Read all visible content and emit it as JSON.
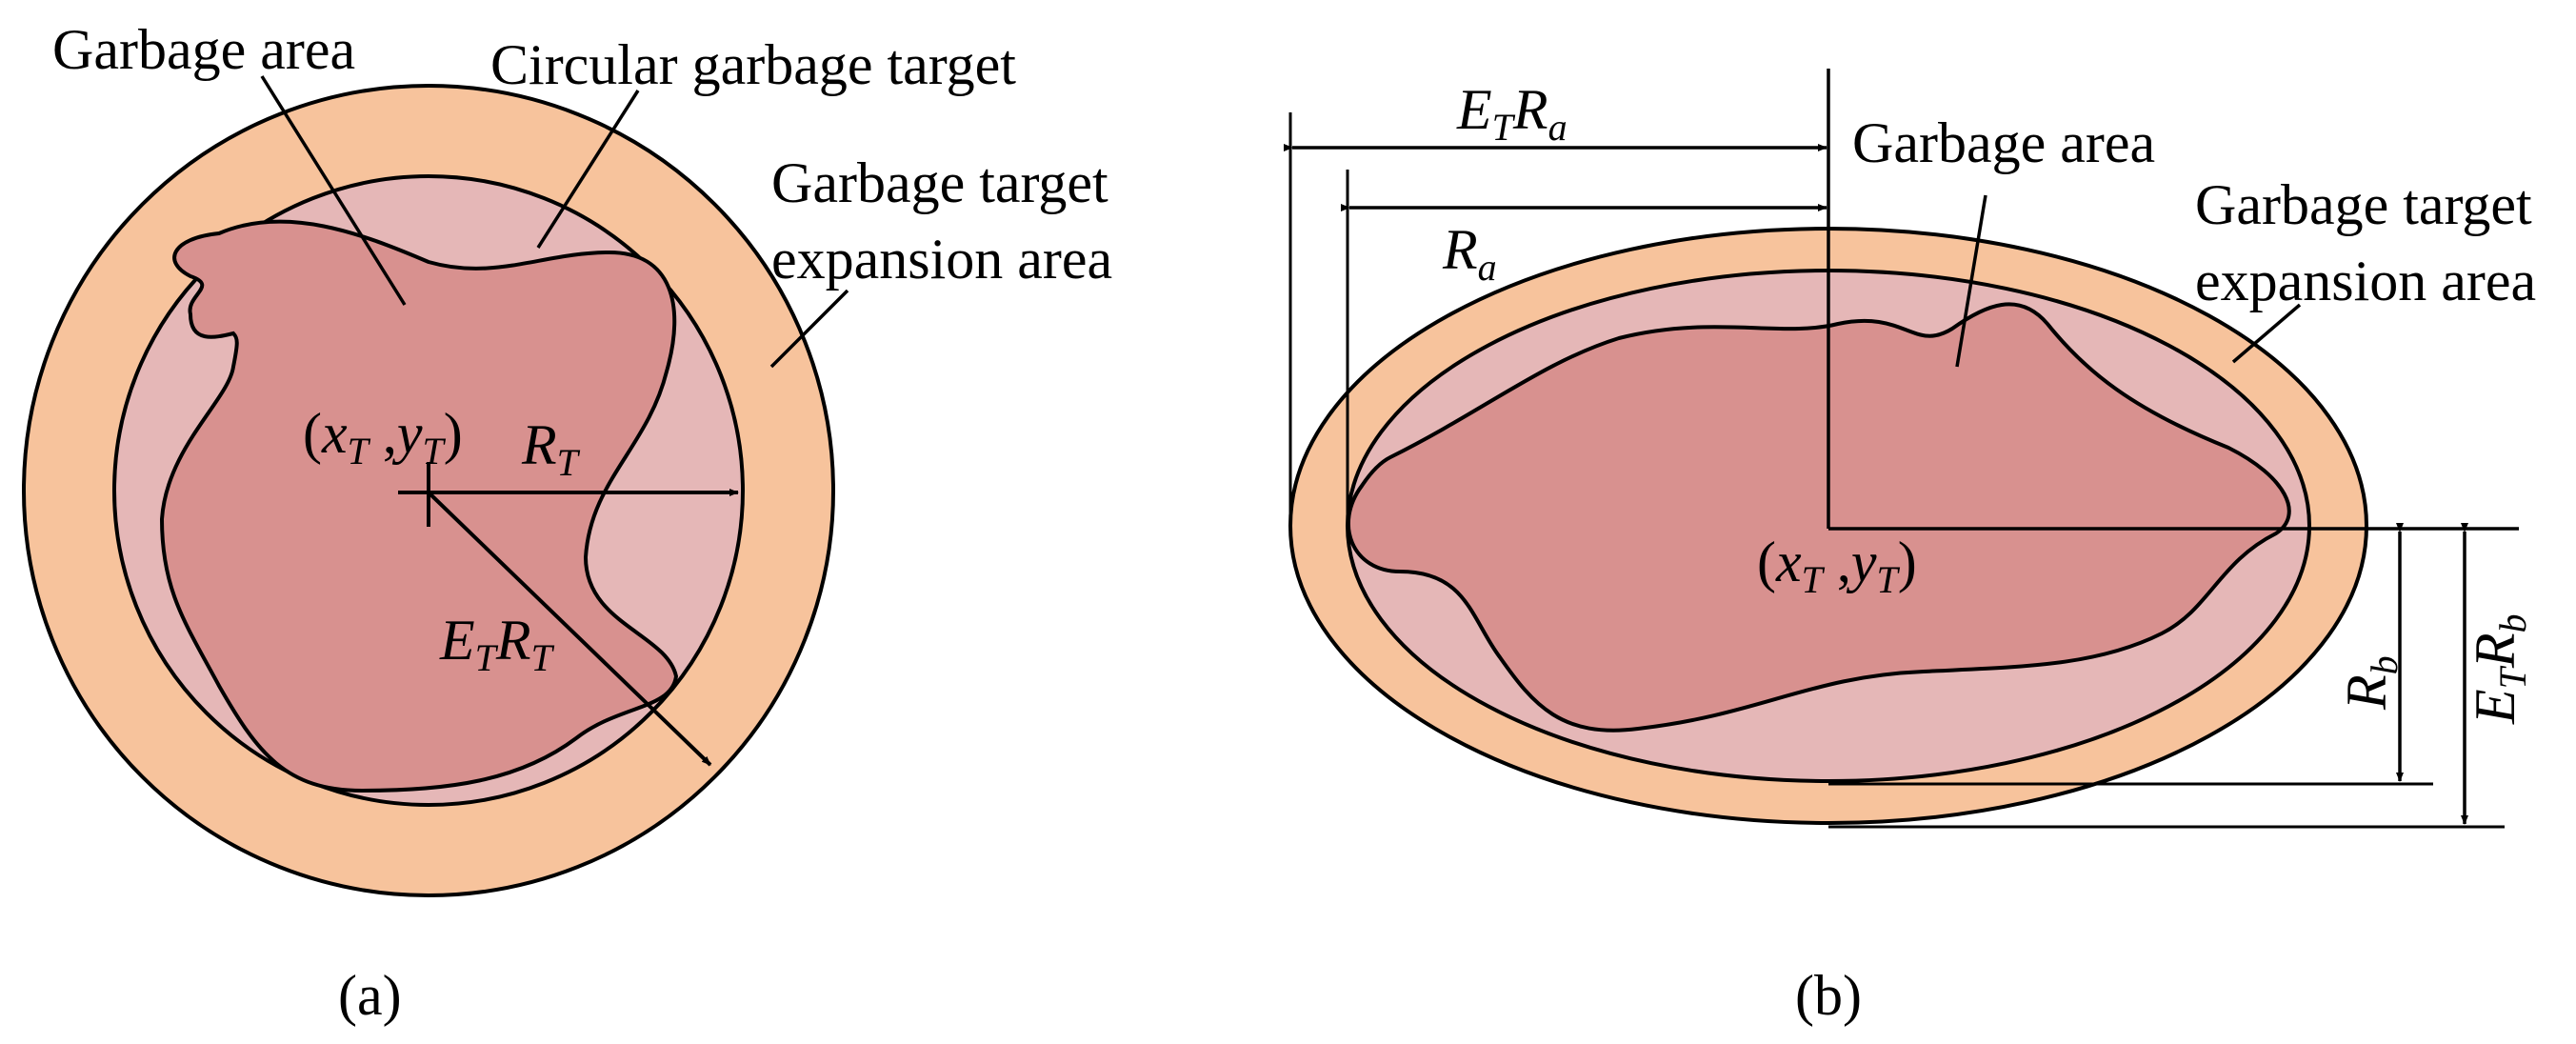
{
  "colors": {
    "expansion_fill": "#F7C39C",
    "target_fill": "#E5B7B7",
    "garbage_fill": "#D8918F",
    "stroke": "#000000"
  },
  "panel_a": {
    "caption": "(a)",
    "label_garbage_area": "Garbage area",
    "label_circular_target": "Circular garbage target",
    "label_expansion_line1": "Garbage target",
    "label_expansion_line2": "expansion area",
    "center": {
      "open": "(",
      "x": "x",
      "x_sub": "T",
      "comma": " ,",
      "y": "y",
      "y_sub": "T",
      "close": ")"
    },
    "radius": {
      "main": "R",
      "sub": "T"
    },
    "expanded_radius": {
      "e": "E",
      "e_sub": "T",
      "r": "R",
      "r_sub": "T"
    }
  },
  "panel_b": {
    "caption": "(b)",
    "label_garbage_area": "Garbage area",
    "label_expansion_line1": "Garbage target",
    "label_expansion_line2": "expansion area",
    "center": {
      "open": "(",
      "x": "x",
      "x_sub": "T",
      "comma": " ,",
      "y": "y",
      "y_sub": "T",
      "close": ")"
    },
    "semi_major_expanded": {
      "e": "E",
      "e_sub": "T",
      "r": "R",
      "r_sub": "a"
    },
    "semi_major": {
      "r": "R",
      "r_sub": "a"
    },
    "semi_minor": {
      "r": "R",
      "r_sub": "b"
    },
    "semi_minor_expanded": {
      "e": "E",
      "e_sub": "T",
      "r": "R",
      "r_sub": "b"
    }
  }
}
